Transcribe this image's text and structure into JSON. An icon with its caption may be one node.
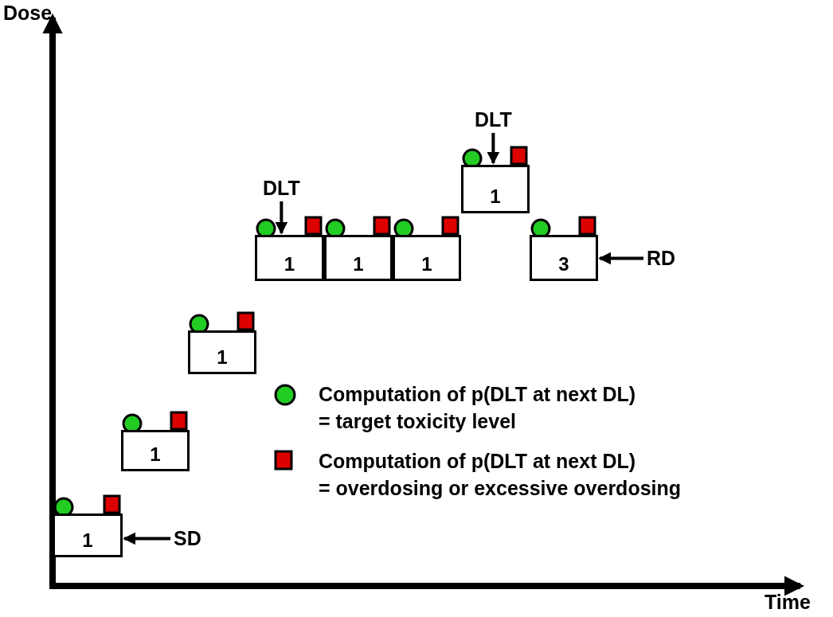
{
  "diagram": {
    "nodes": [
      {
        "text": [
          "1"
        ]
      },
      {
        "text": [
          "1"
        ]
      },
      {
        "text": [
          "1"
        ]
      },
      {
        "text": [
          "1"
        ]
      },
      {
        "text": [
          "1"
        ]
      },
      {
        "text": [
          "1"
        ]
      },
      {
        "text": [
          "1"
        ]
      },
      {
        "text": [
          "3"
        ]
      },
      {
        "text": [
          "SD"
        ]
      },
      {
        "text": [
          "RD"
        ]
      },
      {
        "text": [
          "DLT"
        ]
      },
      {
        "text": [
          "DLT"
        ]
      }
    ],
    "edges": [
      {
        "from": 8,
        "to": 0,
        "arrow": "to"
      },
      {
        "from": 9,
        "to": 7,
        "arrow": "to"
      },
      {
        "from": 10,
        "to": 3,
        "arrow": "to"
      },
      {
        "from": 11,
        "to": 6,
        "arrow": "to"
      }
    ],
    "labels": [
      "Dose",
      "Time"
    ],
    "legend": [
      {
        "text": "Computation of p(DLT at next DL) = target toxicity level"
      },
      {
        "text": "Computation of p(DLT at next DL) = overdosing or excessive overdosing"
      }
    ]
  }
}
